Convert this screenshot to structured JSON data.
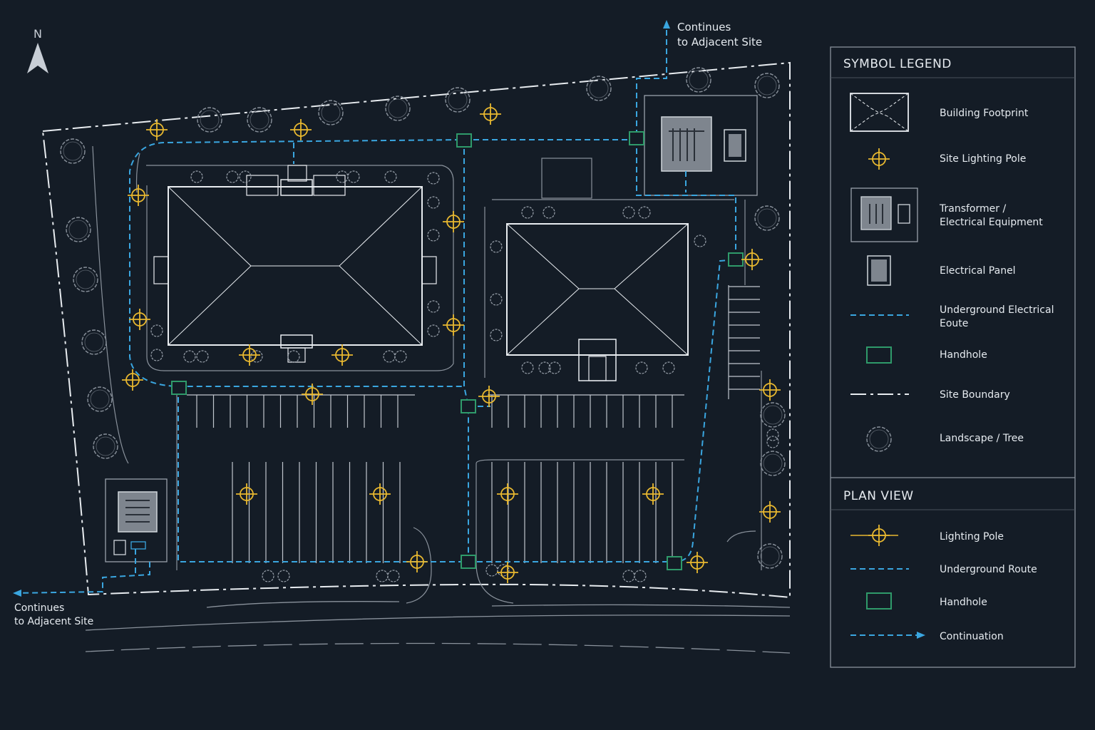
{
  "north_label": "N",
  "continuation_top": {
    "line1": "Continues",
    "line2": "to Adjacent Site"
  },
  "continuation_left": {
    "line1": "Continues",
    "line2": "to Adjacent Site"
  },
  "legend": {
    "title": "SYMBOL LEGEND",
    "items": [
      {
        "symbol": "building-footprint",
        "label": [
          "Building Footprint"
        ]
      },
      {
        "symbol": "site-lighting-pole",
        "label": [
          "Site Lighting Pole"
        ]
      },
      {
        "symbol": "transformer",
        "label": [
          "Transformer /",
          "Electrical Equipment"
        ]
      },
      {
        "symbol": "electrical-panel",
        "label": [
          "Electrical Panel"
        ]
      },
      {
        "symbol": "underground-route",
        "label": [
          "Underground Electrical",
          "Eoute"
        ]
      },
      {
        "symbol": "handhole",
        "label": [
          "Handhole"
        ]
      },
      {
        "symbol": "site-boundary",
        "label": [
          "Site Boundary"
        ]
      },
      {
        "symbol": "landscape-tree",
        "label": [
          "Landscape / Tree"
        ]
      }
    ]
  },
  "plan_view": {
    "title": "PLAN VIEW",
    "items": [
      {
        "symbol": "lighting-pole",
        "label": "Lighting Pole"
      },
      {
        "symbol": "underground-route",
        "label": "Underground Route"
      },
      {
        "symbol": "handhole",
        "label": "Handhole"
      },
      {
        "symbol": "continuation-arrow",
        "label": "Continuation"
      }
    ]
  },
  "colors": {
    "background": "#141c26",
    "linework": "#e8ecf0",
    "underground_route": "#3aa6e0",
    "lighting_pole": "#e8b830",
    "handhole": "#2f9a6a"
  }
}
